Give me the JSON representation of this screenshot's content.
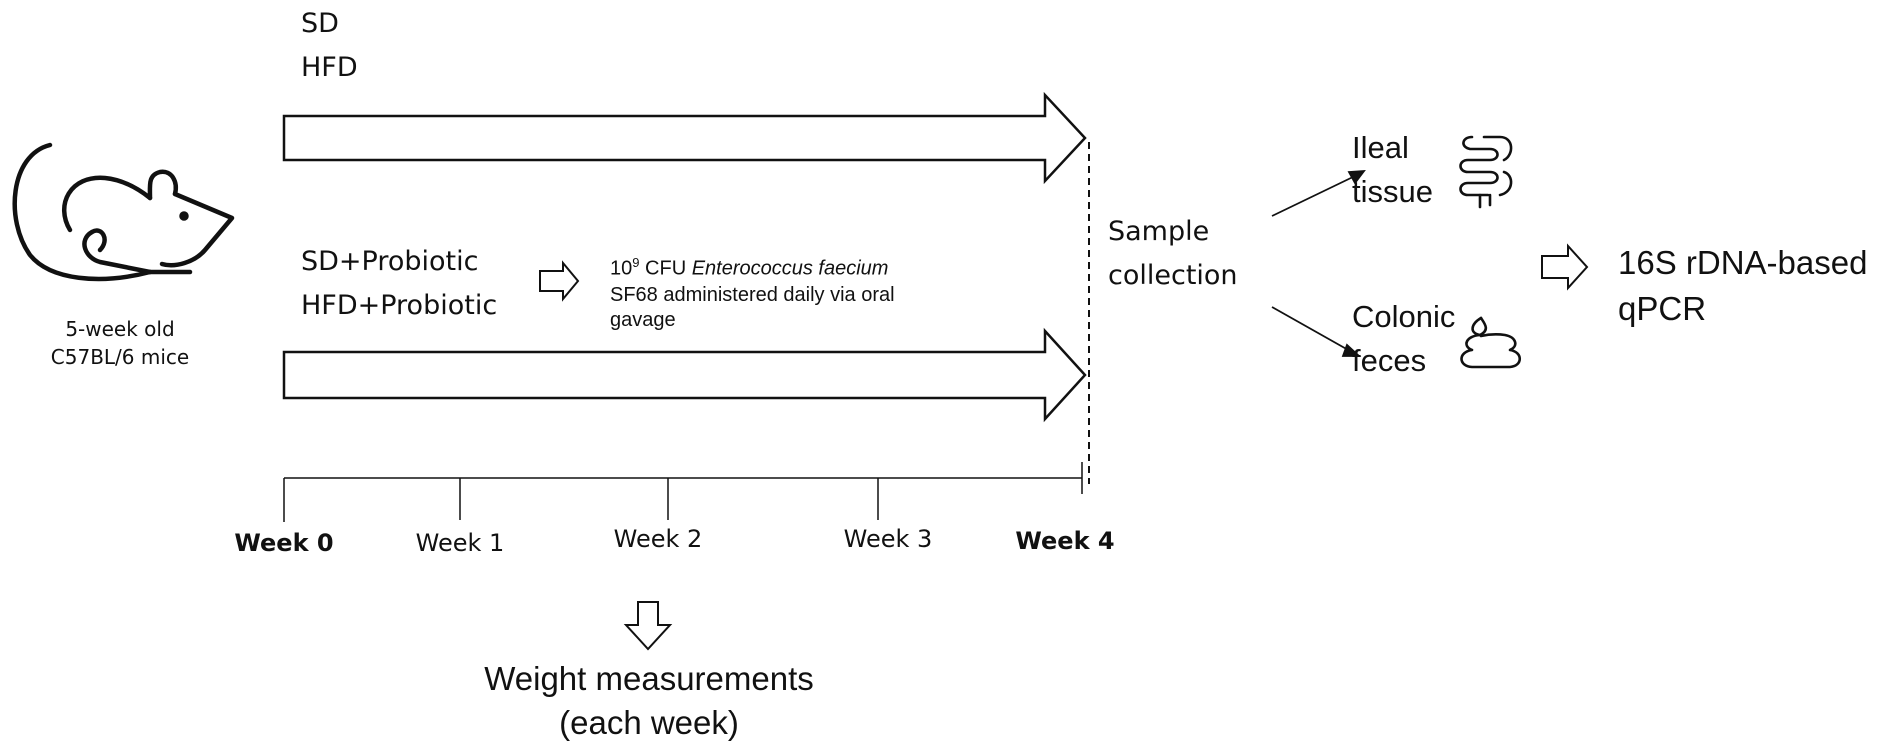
{
  "mouse": {
    "line1": "5-week old",
    "line2": "C57BL/6 mice",
    "icon": "mouse-icon"
  },
  "groups": {
    "top": [
      "SD",
      "HFD"
    ],
    "bottom": [
      "SD+Probiotic",
      "HFD+Probiotic"
    ]
  },
  "probiotic": {
    "dose_base": "10",
    "dose_exp": "9",
    "unit": " CFU ",
    "species": "Enterococcus faecium",
    "line2": "SF68 administered daily via oral",
    "line3": "gavage"
  },
  "sample": {
    "line1": "Sample",
    "line2": "collection"
  },
  "outputs": {
    "ileal": {
      "line1": "Ileal",
      "line2": "tissue",
      "icon": "intestine-icon"
    },
    "colonic": {
      "line1": "Colonic",
      "line2": "feces",
      "icon": "feces-icon"
    }
  },
  "analysis": {
    "line1": "16S rDNA-based",
    "line2": "qPCR"
  },
  "timeline": {
    "weeks": [
      "Week 0",
      "Week 1",
      "Week 2",
      "Week 3",
      "Week 4"
    ]
  },
  "weight": {
    "line1": "Weight measurements",
    "line2": "(each week)"
  },
  "colors": {
    "stroke": "#111111",
    "background": "#ffffff"
  }
}
